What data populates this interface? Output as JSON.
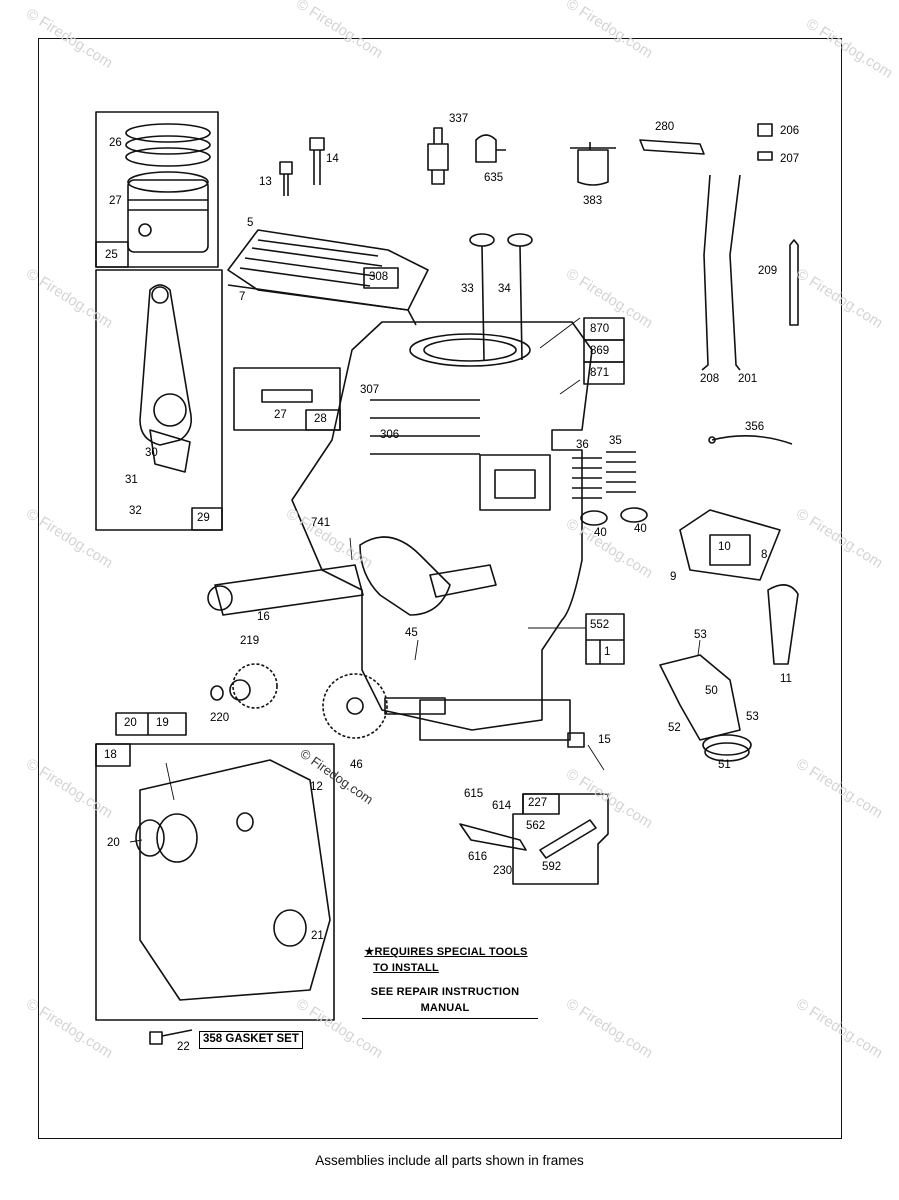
{
  "watermark": "© Firedog.com",
  "inline_watermark": "© Firedog.com",
  "part_labels": [
    "26",
    "27",
    "25",
    "13",
    "14",
    "337",
    "635",
    "383",
    "280",
    "206",
    "207",
    "5",
    "7",
    "308",
    "33",
    "34",
    "209",
    "870",
    "869",
    "871",
    "208",
    "201",
    "307",
    "27",
    "28",
    "306",
    "30",
    "31",
    "32",
    "29",
    "36",
    "35",
    "356",
    "40",
    "40",
    "741",
    "16",
    "9",
    "10",
    "8",
    "552",
    "1",
    "219",
    "220",
    "45",
    "53",
    "50",
    "52",
    "53",
    "51",
    "11",
    "46",
    "15",
    "20",
    "19",
    "18",
    "12",
    "20",
    "21",
    "615",
    "614",
    "227",
    "562",
    "616",
    "230",
    "592",
    "22"
  ],
  "gasket_set": "358 GASKET SET",
  "note": {
    "line1": "★REQUIRES SPECIAL TOOLS",
    "line2": "TO INSTALL",
    "line3": "SEE REPAIR INSTRUCTION",
    "line4": "MANUAL"
  },
  "caption": "Assemblies include all parts shown in frames"
}
